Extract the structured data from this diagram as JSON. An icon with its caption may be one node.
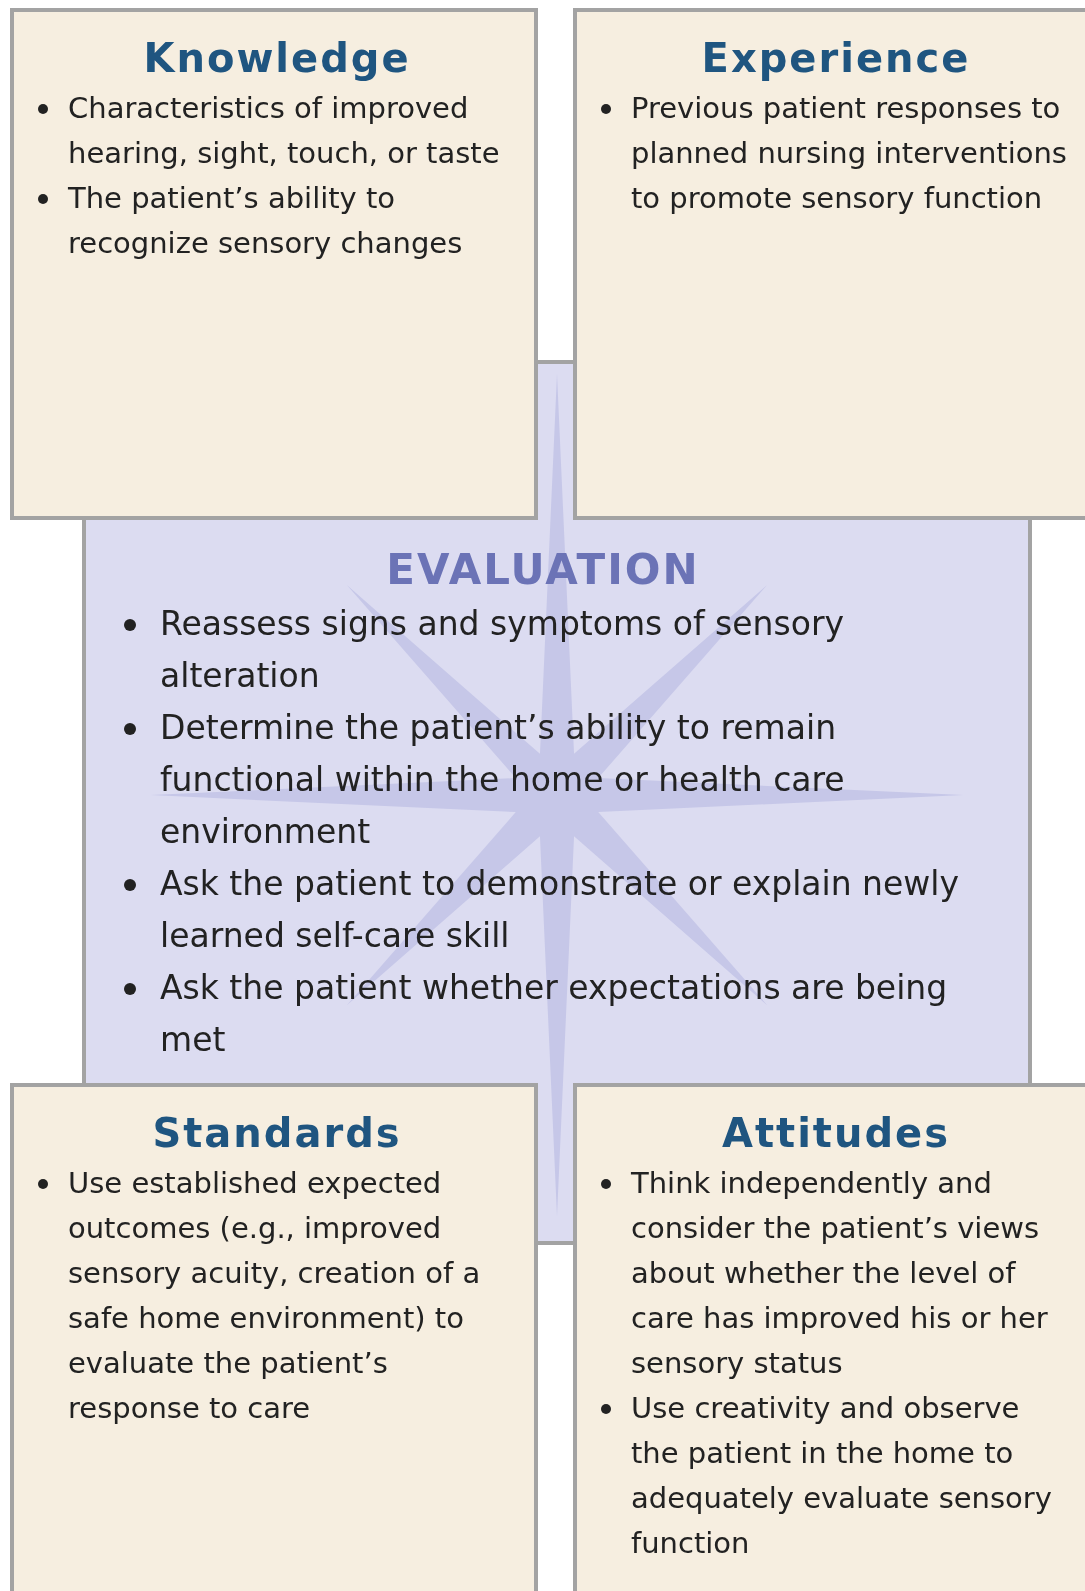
{
  "diagram": {
    "nodes": [
      {
        "text": [
          "Knowledge",
          "Characteristics of improved hearing, sight, touch, or taste",
          "The patient’s ability to recognize sensory changes"
        ]
      },
      {
        "text": [
          "Experience",
          "Previous patient responses to planned nursing interventions to promote sensory function"
        ]
      },
      {
        "text": [
          "EVALUATION",
          "Reassess signs and symptoms of sensory alteration",
          "Determine the patient’s ability to remain functional within the home or health care environment",
          "Ask the patient to demonstrate or explain newly learned self-care skill",
          "Ask the patient whether expectations are being met"
        ]
      },
      {
        "text": [
          "Standards",
          "Use established expected outcomes (e.g., improved sensory acuity, creation of a safe home environment) to evaluate the patient’s response to care"
        ]
      },
      {
        "text": [
          "Attitudes",
          "Think independently and consider the patient’s views about whether the level of care has improved his or her sensory status",
          "Use creativity and observe the patient in the home to adequately evaluate sensory function"
        ]
      }
    ],
    "edges": []
  }
}
